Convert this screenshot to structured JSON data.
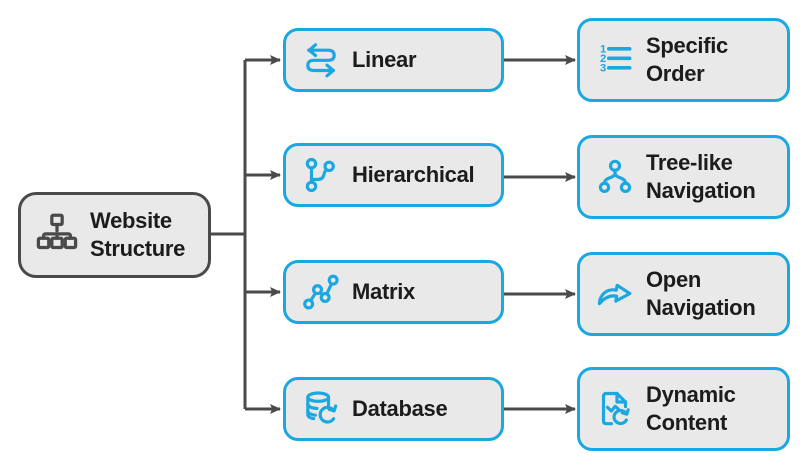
{
  "diagram": {
    "colors": {
      "accent": "#1BA7E0",
      "dark": "#4A4A4A",
      "node_fill": "#E9E9E9",
      "text": "#1C1C1C"
    },
    "root": {
      "label": "Website Structure",
      "icon": "sitemap-icon"
    },
    "branches": [
      {
        "type": {
          "label": "Linear",
          "icon": "linear-flow-icon"
        },
        "result": {
          "label": "Specific Order",
          "icon": "ordered-list-icon"
        }
      },
      {
        "type": {
          "label": "Hierarchical",
          "icon": "branch-icon"
        },
        "result": {
          "label": "Tree-like Navigation",
          "icon": "tree-navigation-icon"
        }
      },
      {
        "type": {
          "label": "Matrix",
          "icon": "network-path-icon"
        },
        "result": {
          "label": "Open Navigation",
          "icon": "curved-arrow-icon"
        }
      },
      {
        "type": {
          "label": "Database",
          "icon": "database-sync-icon"
        },
        "result": {
          "label": "Dynamic Content",
          "icon": "dynamic-content-icon"
        }
      }
    ],
    "ordered_list_digits": [
      "1",
      "2",
      "3"
    ]
  }
}
